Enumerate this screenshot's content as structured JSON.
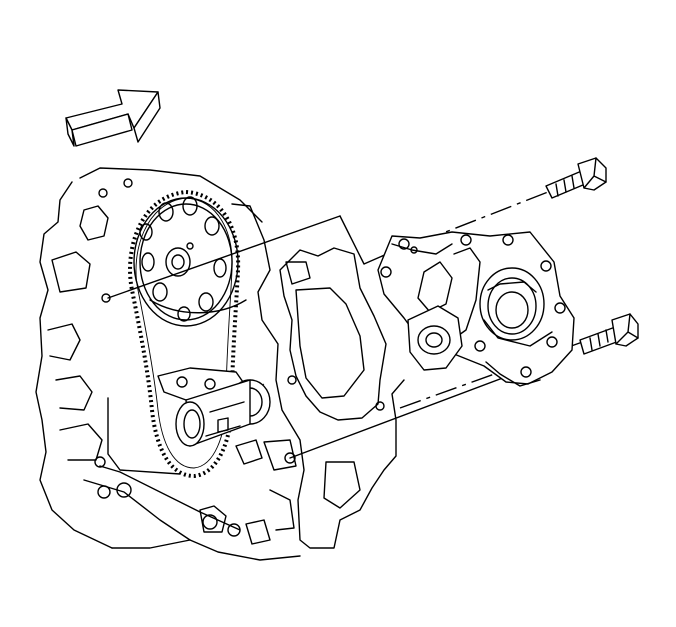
{
  "figure": {
    "background": "#ffffff",
    "line_color": "#000000",
    "icons": [
      "direction-arrow-icon",
      "oil-pump-assembly",
      "timing-chain",
      "camshaft-sprocket",
      "chain-tensioner",
      "mounting-bolt"
    ]
  }
}
